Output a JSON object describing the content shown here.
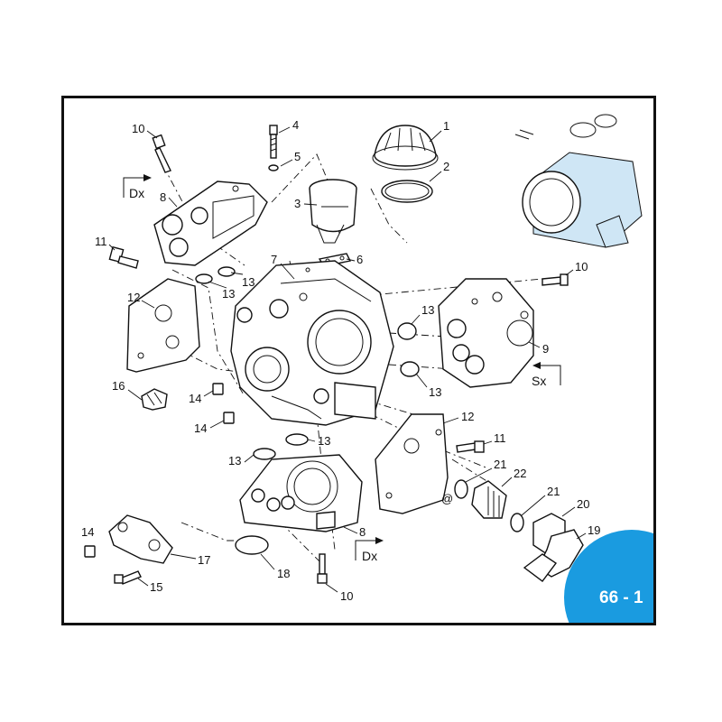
{
  "diagram": {
    "page_badge": "66 - 1",
    "direction_labels": {
      "top_left": "Dx",
      "bottom": "Dx",
      "right": "Sx"
    },
    "callouts": [
      "1",
      "2",
      "3",
      "4",
      "5",
      "6",
      "7",
      "8",
      "8",
      "9",
      "10",
      "10",
      "10",
      "11",
      "11",
      "12",
      "12",
      "13",
      "13",
      "13",
      "13",
      "13",
      "13",
      "14",
      "14",
      "14",
      "15",
      "16",
      "17",
      "18",
      "19",
      "20",
      "21",
      "21",
      "22"
    ],
    "at_symbol": "@",
    "colors": {
      "badge": "#1a9be0",
      "frame": "#111111",
      "thumbnail_highlight": "#cfe6f5"
    }
  }
}
